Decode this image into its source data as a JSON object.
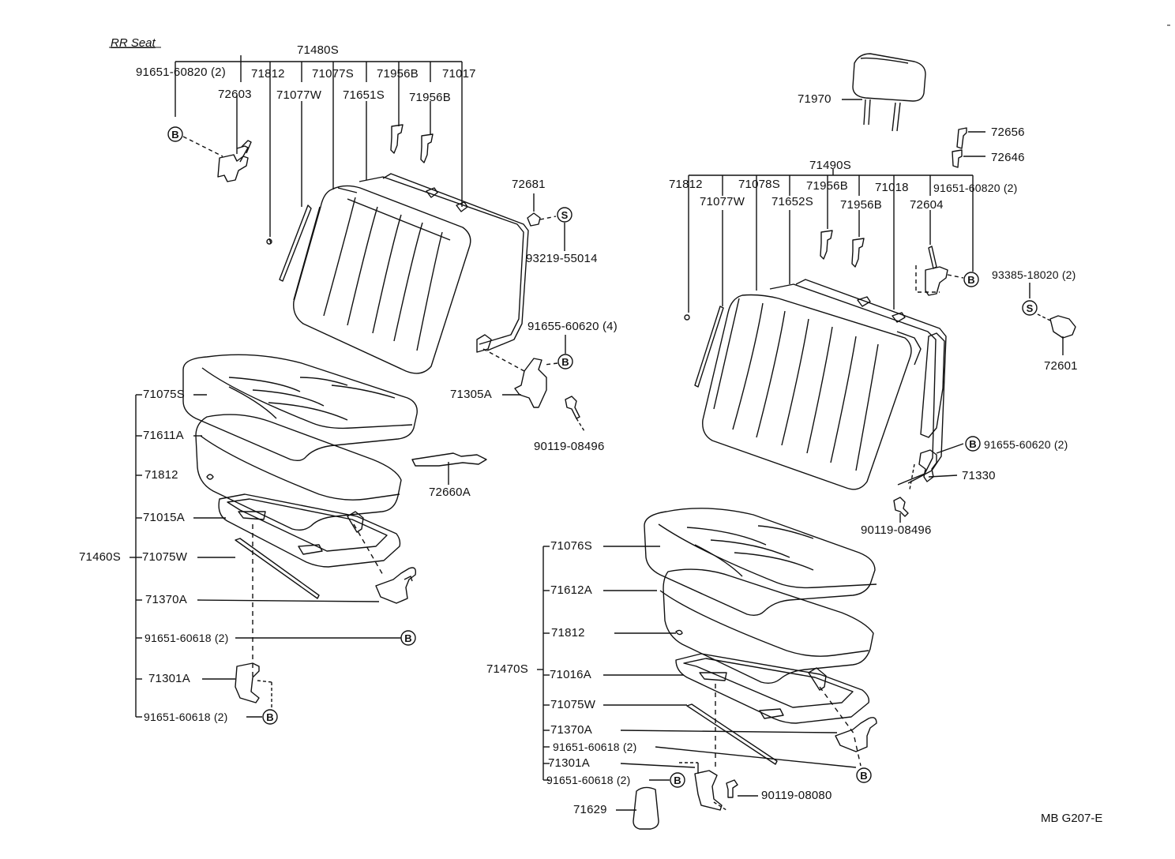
{
  "section_title": "RR Seat",
  "diagram_code": "MB G207-E",
  "ref_letters": {
    "b": "B",
    "s": "S"
  },
  "left_back": {
    "assembly": "71480S",
    "parts": [
      "91651-60820 (2)",
      "71812",
      "71077S",
      "71956B",
      "71017",
      "72603",
      "71077W",
      "71651S",
      "71956B"
    ],
    "side": [
      "72681",
      "93219-55014",
      "91655-60620 (4)",
      "71305A",
      "90119-08496"
    ]
  },
  "left_cushion": {
    "assembly": "71460S",
    "parts": [
      "71075S",
      "71611A",
      "71812",
      "71015A",
      "71075W",
      "71370A",
      "91651-60618 (2)",
      "71301A",
      "91651-60618 (2)"
    ],
    "other": [
      "72660A"
    ]
  },
  "right_back": {
    "headrest": "71970",
    "top": [
      "72656",
      "72646"
    ],
    "assembly": "71490S",
    "parts": [
      "71812",
      "71078S",
      "71956B",
      "71018",
      "91651-60820 (2)",
      "71077W",
      "71652S",
      "71956B",
      "72604"
    ],
    "side": [
      "93385-18020 (2)",
      "72601",
      "91655-60620 (2)",
      "71330",
      "90119-08496"
    ]
  },
  "right_cushion": {
    "assembly": "71470S",
    "parts": [
      "71076S",
      "71612A",
      "71812",
      "71016A",
      "71075W",
      "71370A",
      "91651-60618 (2)",
      "71301A",
      "91651-60618 (2)"
    ],
    "other": [
      "71629",
      "90119-08080"
    ]
  }
}
